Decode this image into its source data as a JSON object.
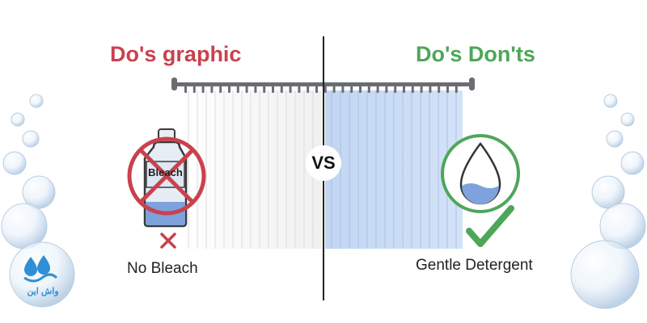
{
  "colors": {
    "dont_accent": "#c8424e",
    "do_accent": "#4ea65a",
    "rod": "#6b6d72",
    "curtain_white": "#f6f6f6",
    "curtain_blue": "#c9d9f3",
    "water": "#7ea2dc",
    "logo_blue": "#2f8fd6"
  },
  "header": {
    "left_title": "Do's graphic",
    "right_title": "Do's Don'ts"
  },
  "center": {
    "vs_label": "VS"
  },
  "left_panel": {
    "bottle_label": "Bleach",
    "caption": "No Bleach",
    "icons": [
      "bleach-bottle-icon",
      "prohibited-icon",
      "cross-mark-icon"
    ]
  },
  "right_panel": {
    "caption": "Gentle Detergent",
    "icons": [
      "water-drop-icon",
      "check-mark-icon"
    ]
  },
  "logo": {
    "text": "واش این"
  }
}
